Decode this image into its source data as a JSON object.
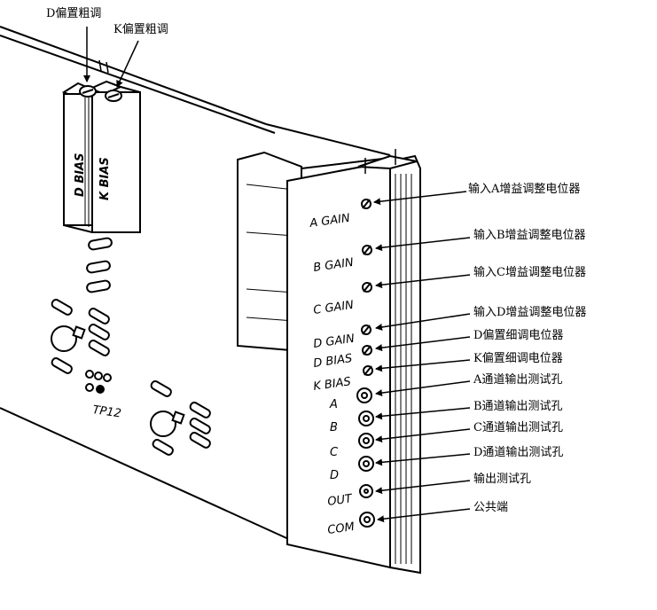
{
  "top_callouts": {
    "d_bias_coarse": "D偏置粗调",
    "k_bias_coarse": "K偏置粗调"
  },
  "module_labels": {
    "d_bias": "D BIAS",
    "k_bias": "K BIAS"
  },
  "board_label": "TP12",
  "panel_labels": {
    "a_gain": "A GAIN",
    "b_gain": "B GAIN",
    "c_gain": "C GAIN",
    "d_gain": "D GAIN",
    "d_bias": "D BIAS",
    "k_bias": "K BIAS",
    "a": "A",
    "b": "B",
    "c": "C",
    "d": "D",
    "out": "OUT",
    "com": "COM"
  },
  "callouts": {
    "a_gain": "输入A增益调整电位器",
    "b_gain": "输入B增益调整电位器",
    "c_gain": "输入C增益调整电位器",
    "d_gain": "输入D增益调整电位器",
    "d_bias_fine": "D偏置细调电位器",
    "k_bias_fine": "K偏置细调电位器",
    "a_test": "A通道输出测试孔",
    "b_test": "B通道输出测试孔",
    "c_test": "C通道输出测试孔",
    "d_test": "D通道输出测试孔",
    "out_test": "输出测试孔",
    "com": "公共端"
  }
}
